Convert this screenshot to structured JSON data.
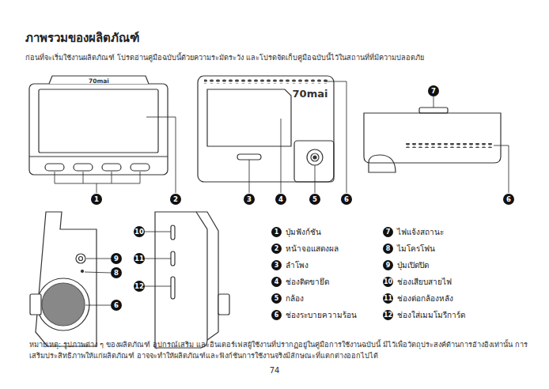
{
  "diagram": {
    "title": "ภาพรวมของผลิตภัณฑ์",
    "nodes": [
      {
        "text": [
          "1"
        ]
      },
      {
        "text": [
          "2"
        ]
      },
      {
        "text": [
          "3"
        ]
      },
      {
        "text": [
          "4"
        ]
      },
      {
        "text": [
          "5"
        ]
      },
      {
        "text": [
          "6"
        ]
      },
      {
        "text": [
          "6"
        ]
      },
      {
        "text": [
          "7"
        ]
      },
      {
        "text": [
          "10"
        ]
      },
      {
        "text": [
          "9"
        ]
      },
      {
        "text": [
          "11"
        ]
      },
      {
        "text": [
          "8"
        ]
      },
      {
        "text": [
          "12"
        ]
      },
      {
        "text": [
          "6"
        ]
      },
      {
        "text": [
          "1",
          "ปุ่มฟังก์ชัน"
        ]
      },
      {
        "text": [
          "2",
          "หน้าจอแสดงผล"
        ]
      },
      {
        "text": [
          "3",
          "ลำโพง"
        ]
      },
      {
        "text": [
          "4",
          "ช่องติดขายึด"
        ]
      },
      {
        "text": [
          "5",
          "กล้อง"
        ]
      },
      {
        "text": [
          "6",
          "ช่องระบายความร้อน"
        ]
      },
      {
        "text": [
          "7",
          "ไฟแจ้งสถานะ"
        ]
      },
      {
        "text": [
          "8",
          "ไมโครโฟน"
        ]
      },
      {
        "text": [
          "9",
          "ปุ่มเปิดปิด"
        ]
      },
      {
        "text": [
          "10",
          "ช่องเสียบสายไฟ"
        ]
      },
      {
        "text": [
          "11",
          "ช่องต่อกล้องหลัง"
        ]
      },
      {
        "text": [
          "12",
          "ช่องใส่เมมโมรีการ์ด"
        ]
      }
    ],
    "labels": [
      "ก่อนที่จะเริ่มใช้งานผลิตภัณฑ์ โปรดอ่านคู่มือฉบับนี้ด้วยความระมัดระวัง และโปรดจัดเก็บคู่มือฉบับนี้ไว้ในสถานที่ที่มีความปลอดภัย",
      "70mai",
      "70mai",
      "หมายเหตุ: รูปภาพต่าง ๆ ของผลิตภัณฑ์ อุปกรณ์เสริม และอินเตอร์เฟสผู้ใช้งานที่ปรากฏอยู่ในคู่มือการใช้งานฉบับนี้ มีไว้เพื่อวัตถุประสงค์ด้านการอ้างอิงเท่านั้น การเสริมประสิทธิภาพให้แก่ผลิตภัณฑ์ อาจจะทำให้ผลิตภัณฑ์และฟังก์ชันการใช้งานจริงมีลักษณะที่แตกต่างออกไปได้",
      "74"
    ]
  }
}
